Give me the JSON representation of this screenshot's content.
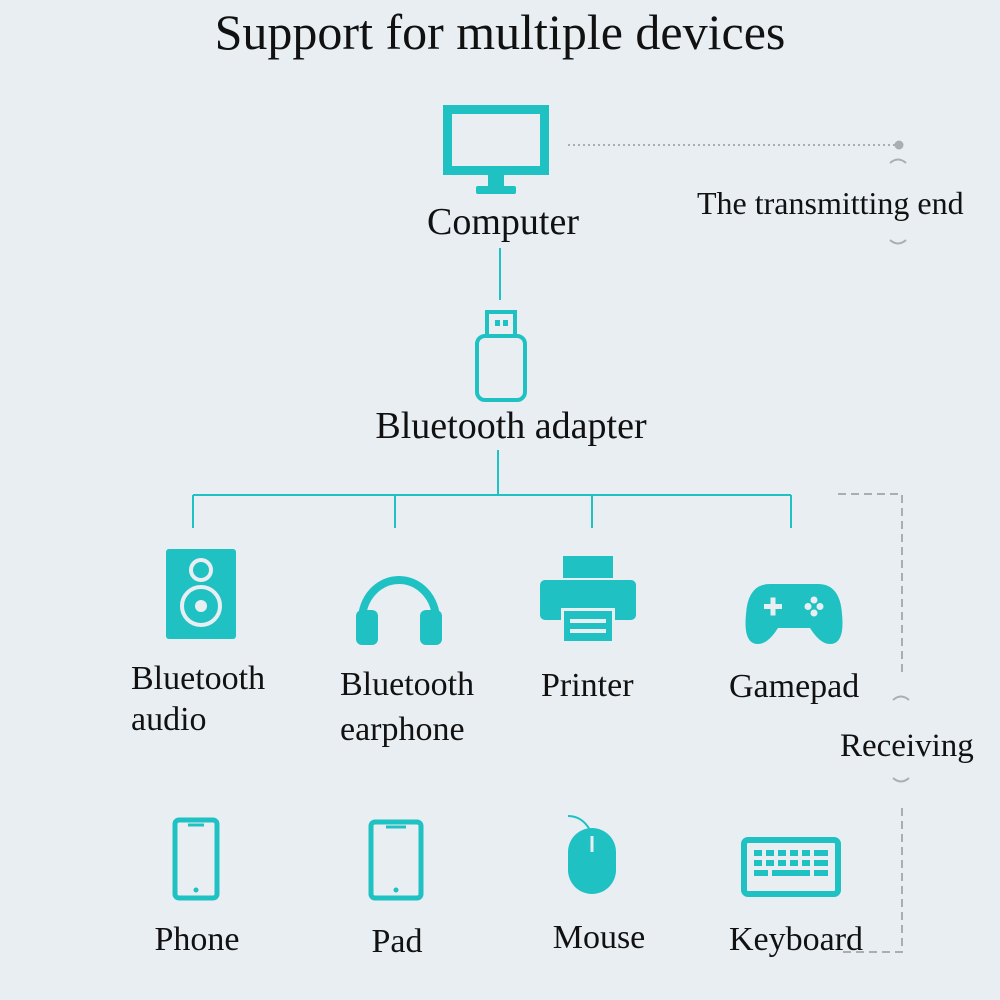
{
  "title": "Support for multiple devices",
  "colors": {
    "accent": "#1fc1c3",
    "background": "#e9eef2",
    "bracket": "#a9aeb2"
  },
  "transmitting": {
    "label": "The transmitting end",
    "source": {
      "label": "Computer",
      "icon": "monitor-icon"
    },
    "adapter": {
      "label": "Bluetooth adapter",
      "icon": "usb-dongle-icon"
    }
  },
  "receiving": {
    "label": "Receiving",
    "row1": [
      {
        "line1": "Bluetooth",
        "line2": "audio",
        "icon": "speaker-icon"
      },
      {
        "line1": "Bluetooth",
        "line2": "earphone",
        "icon": "headphones-icon"
      },
      {
        "line1": "Printer",
        "icon": "printer-icon"
      },
      {
        "line1": "Gamepad",
        "icon": "gamepad-icon"
      }
    ],
    "row2": [
      {
        "line1": "Phone",
        "icon": "phone-icon"
      },
      {
        "line1": "Pad",
        "icon": "tablet-icon"
      },
      {
        "line1": "Mouse",
        "icon": "mouse-icon"
      },
      {
        "line1": "Keyboard",
        "icon": "keyboard-icon"
      }
    ]
  }
}
